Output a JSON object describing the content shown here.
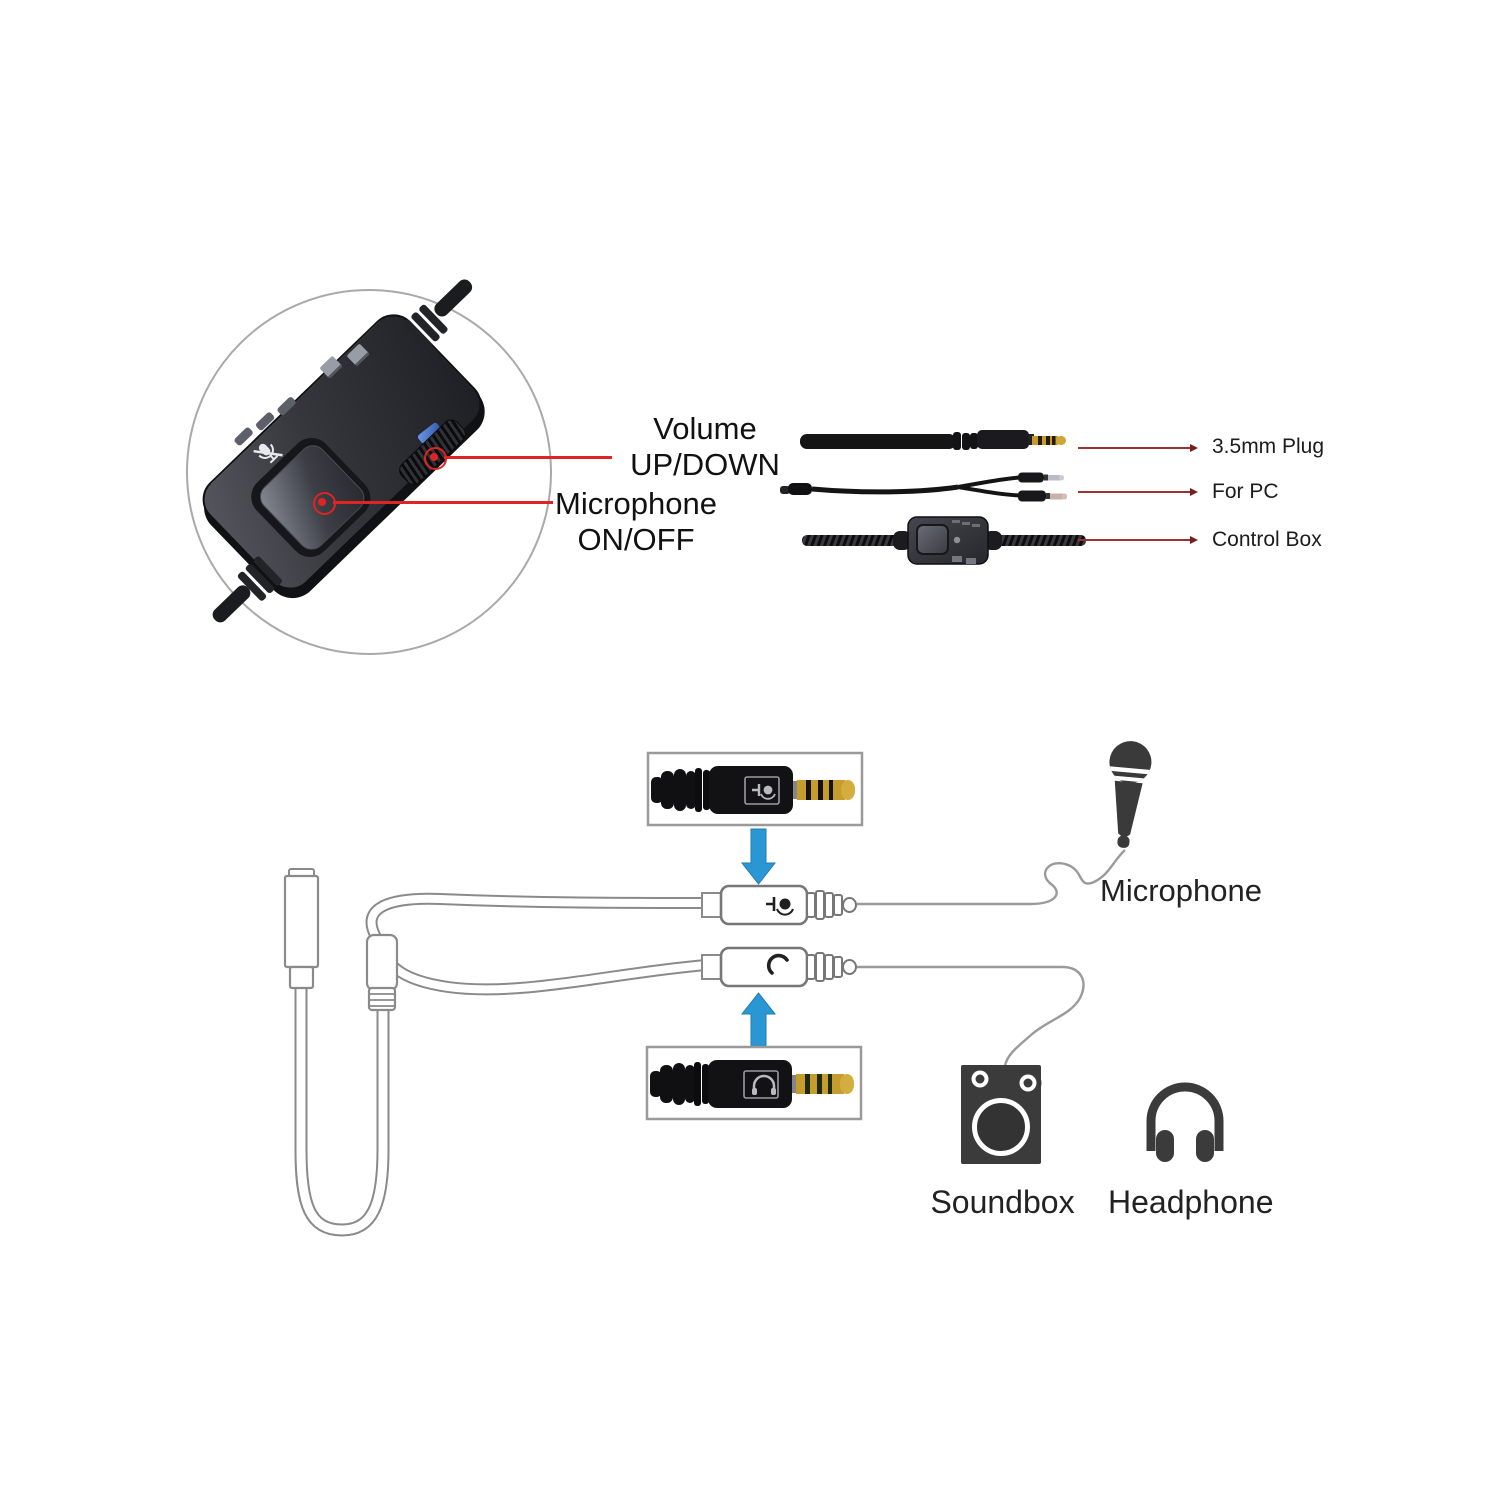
{
  "callouts": {
    "volume_line1": "Volume",
    "volume_line2": "UP/DOWN",
    "mic_line1": "Microphone",
    "mic_line2": "ON/OFF"
  },
  "parts": {
    "plug": "3.5mm Plug",
    "pc": "For PC",
    "control": "Control Box"
  },
  "connections": {
    "microphone": "Microphone",
    "soundbox": "Soundbox",
    "headphone": "Headphone"
  },
  "colors": {
    "accent_red": "#e02424",
    "leader_red": "#9b3333",
    "arrow_blue": "#2a97d4",
    "line_gray": "#8a8a8a",
    "icon_dark": "#3b3b3c",
    "gold": "#c9a232"
  },
  "icons": [
    "mic-mute-icon",
    "microphone-icon",
    "soundbox-icon",
    "headphone-icon",
    "mic-plug-glyph-icon",
    "headphone-plug-glyph-icon",
    "down-arrow-icon",
    "up-arrow-icon"
  ]
}
